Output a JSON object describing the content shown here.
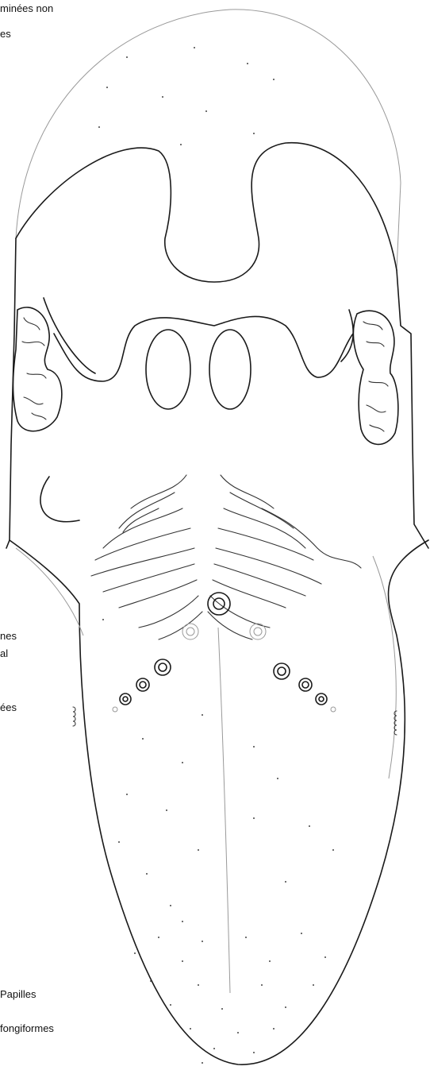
{
  "labels": {
    "top_line1": "minées non",
    "top_line2": "es",
    "mid_line1": "nes",
    "mid_line2": "al",
    "side": "ées",
    "bottom_line1": "Papilles",
    "bottom_line2": "fongiformes"
  },
  "colors": {
    "stroke": "#1a1a1a",
    "background": "#ffffff"
  }
}
